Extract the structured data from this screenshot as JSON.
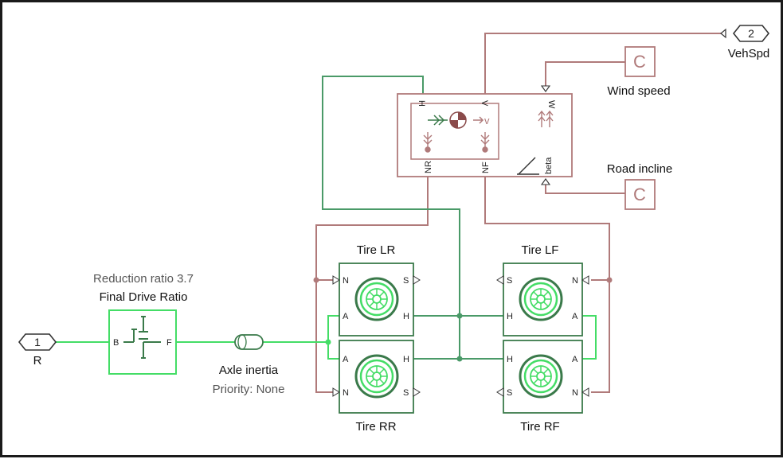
{
  "colors": {
    "physical_signal": "#b07a7a",
    "mechanical": "#4a9a68",
    "driveline_block": "#44dd66",
    "tire_block": "#3a7a4a"
  },
  "inports": [
    {
      "number": "1",
      "label": "R"
    }
  ],
  "outports": [
    {
      "number": "2",
      "label": "VehSpd"
    }
  ],
  "constants": [
    {
      "glyph": "C",
      "label": "Wind speed"
    },
    {
      "glyph": "C",
      "label": "Road incline"
    }
  ],
  "final_drive": {
    "annotation": "Reduction ratio 3.7",
    "name": "Final Drive Ratio",
    "port_in": "B",
    "port_out": "F"
  },
  "axle": {
    "name": "Axle inertia",
    "annotation": "Priority: None"
  },
  "vehicle_body": {
    "ports": {
      "h": "H",
      "v": "V",
      "w": "W",
      "nr": "NR",
      "nf": "NF",
      "beta": "beta"
    },
    "icon_v": "v"
  },
  "tires": [
    {
      "name": "Tire LR",
      "ports": {
        "n": "N",
        "s": "S",
        "a": "A",
        "h": "H"
      }
    },
    {
      "name": "Tire RR",
      "ports": {
        "n": "N",
        "s": "S",
        "a": "A",
        "h": "H"
      }
    },
    {
      "name": "Tire LF",
      "ports": {
        "n": "N",
        "s": "S",
        "a": "A",
        "h": "H"
      }
    },
    {
      "name": "Tire RF",
      "ports": {
        "n": "N",
        "s": "S",
        "a": "A",
        "h": "H"
      }
    }
  ]
}
